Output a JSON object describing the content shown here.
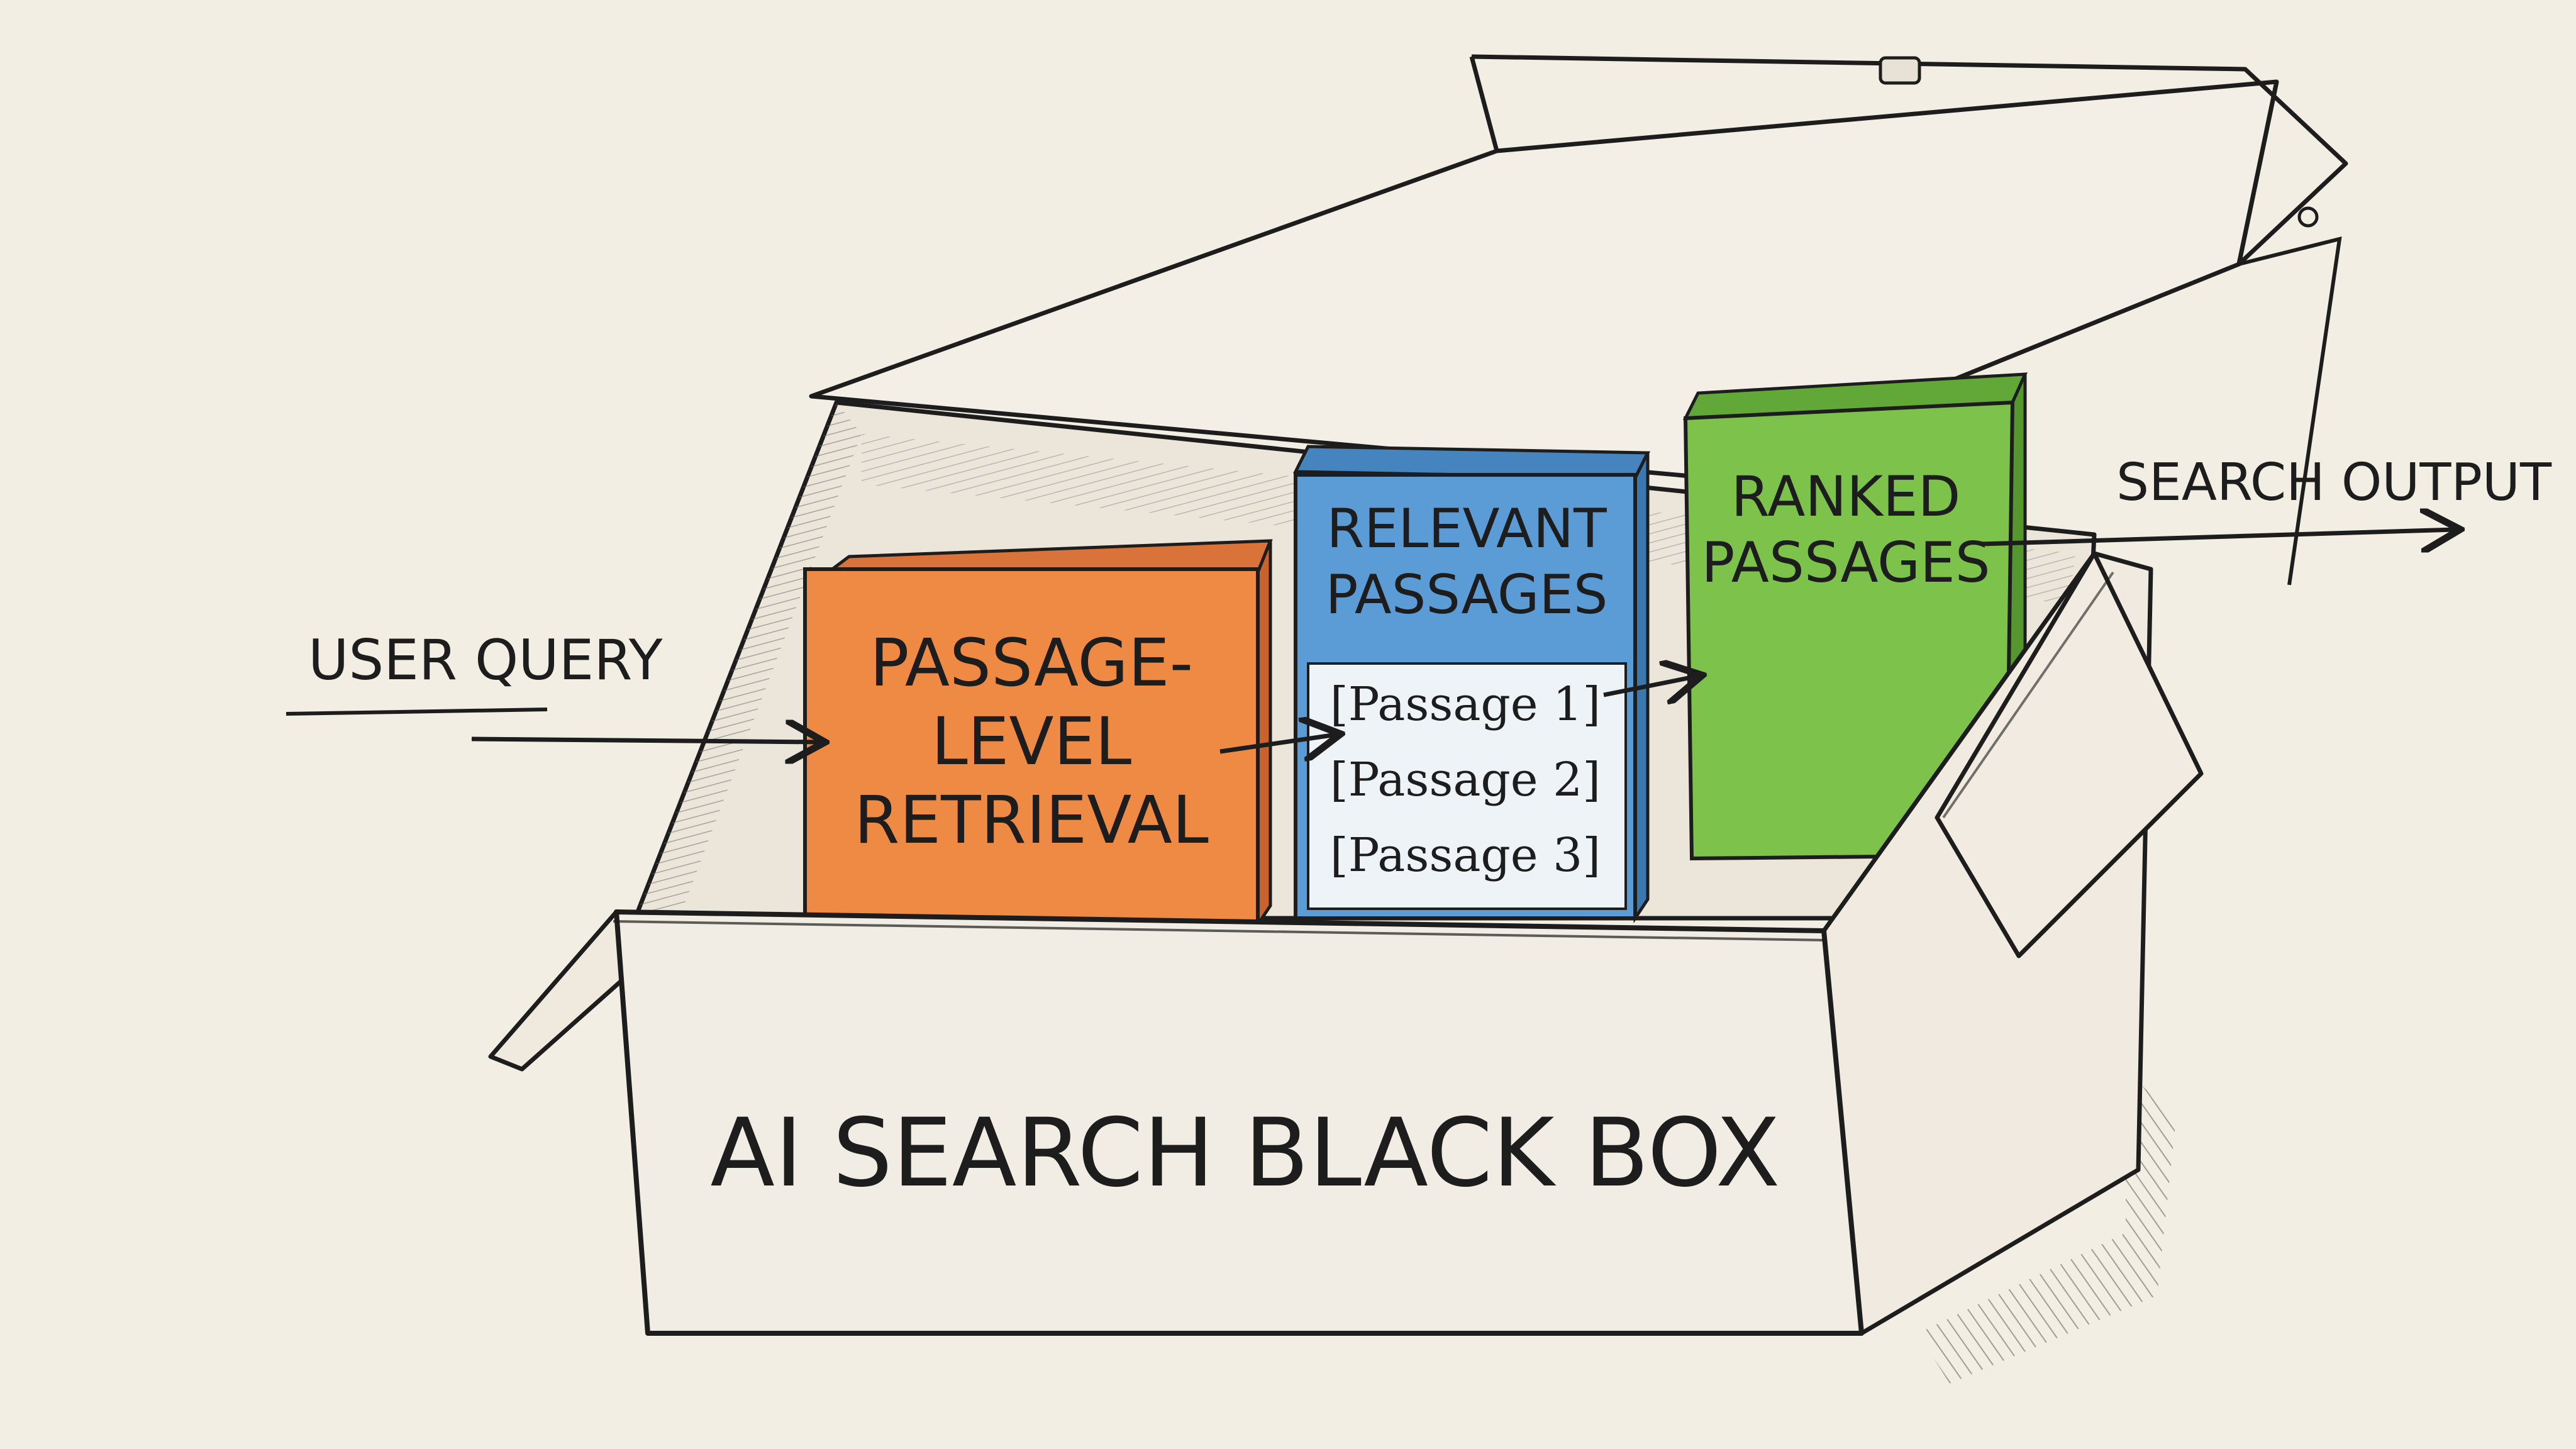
{
  "diagram": {
    "box_label": "AI SEARCH BLACK BOX",
    "input_label": "USER QUERY",
    "output_label": "SEARCH OUTPUT",
    "retrieval_card": {
      "lines": [
        "PASSAGE-",
        "LEVEL",
        "RETRIEVAL"
      ],
      "color": "#ef8a45"
    },
    "relevant_card": {
      "title_lines": [
        "RELEVANT",
        "PASSAGES"
      ],
      "passages": [
        "[Passage 1]",
        "[Passage 2]",
        "[Passage 3]"
      ],
      "color": "#5b9bd6"
    },
    "ranked_card": {
      "lines": [
        "RANKED",
        "PASSAGES"
      ],
      "color": "#7dc24b"
    },
    "colors": {
      "paper": "#f3eee4",
      "ink": "#1d1d1d",
      "box_fill": "#f1ece2"
    }
  }
}
